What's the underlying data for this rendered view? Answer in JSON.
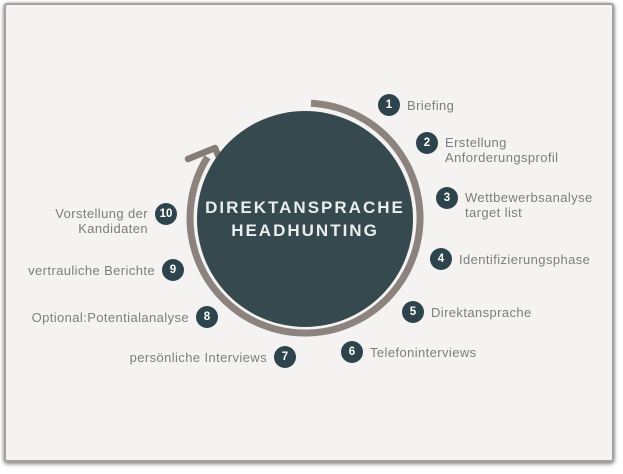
{
  "diagram": {
    "title": "DIREKTANSPRACHE\nHEADHUNTING",
    "steps": [
      {
        "num": "1",
        "label": "Briefing"
      },
      {
        "num": "2",
        "label": "Erstellung\nAnforderungsprofil"
      },
      {
        "num": "3",
        "label": "Wettbewerbsanalyse\ntarget list"
      },
      {
        "num": "4",
        "label": "Identifizierungsphase"
      },
      {
        "num": "5",
        "label": "Direktansprache"
      },
      {
        "num": "6",
        "label": "Telefoninterviews"
      },
      {
        "num": "7",
        "label": "persönliche Interviews"
      },
      {
        "num": "8",
        "label": "Optional:Potentialanalyse"
      },
      {
        "num": "9",
        "label": "vertrauliche Berichte"
      },
      {
        "num": "10",
        "label": "Vorstellung der\nKandidaten"
      }
    ],
    "colors": {
      "center_circle": "#36494f",
      "badge": "#2e444d",
      "arc": "#8c837f",
      "label_text": "#7e7d7d",
      "title_text": "#e8edee",
      "background": "#f4f3f1",
      "frame_border": "#a3a3a3"
    }
  }
}
